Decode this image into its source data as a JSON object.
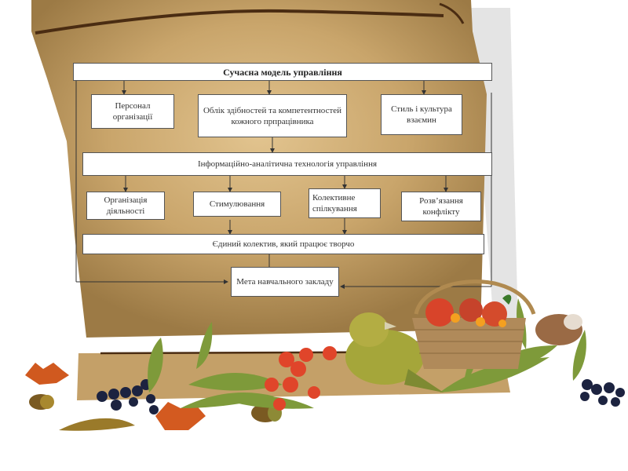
{
  "diagram": {
    "title": "Сучасна модель управління",
    "level1": [
      {
        "id": "personnel",
        "label": "Персонал організації"
      },
      {
        "id": "abilities",
        "label": "Облік здібностей та компетентностей кожного прпрацівника"
      },
      {
        "id": "style",
        "label": "Стиль і культура взаємин"
      }
    ],
    "technology": "Інформаційно-аналітична технологія управління",
    "level2": [
      {
        "id": "organization",
        "label": "Організація діяльності"
      },
      {
        "id": "stimulation",
        "label": "Стимулювання"
      },
      {
        "id": "communication",
        "label": "Колективне спілкування"
      },
      {
        "id": "conflict",
        "label": "Розв’язання конфлікту"
      }
    ],
    "team": "Єдиний колектив, який працює творчо",
    "goal": "Мета навчального закладу"
  },
  "decorations": {
    "background": "parchment-scroll",
    "items": [
      "autumn-leaves",
      "acorns",
      "blackberries",
      "rowan-berries",
      "bird",
      "apple-basket",
      "sparrow"
    ]
  },
  "colors": {
    "parchment": "#c9a56b",
    "parchment_dark": "#8a6a3c",
    "box_border": "#555555",
    "text": "#333333"
  }
}
